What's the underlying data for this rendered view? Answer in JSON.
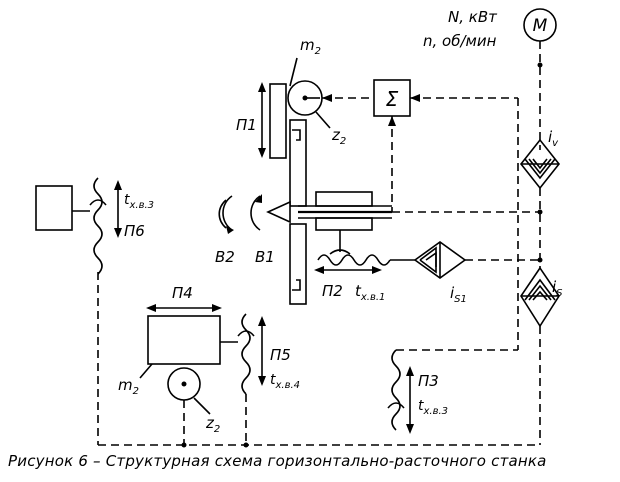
{
  "labels": {
    "power": "N, кВт",
    "speed": "n, об/мин",
    "motor": "M",
    "sum": "Σ",
    "m2_top": "m",
    "m2_top_sub": "2",
    "z2_top": "z",
    "z2_top_sub": "2",
    "p1": "П1",
    "p2": "П2",
    "p3": "П3",
    "p4": "П4",
    "p5": "П5",
    "p6": "П6",
    "b1": "В1",
    "b2": "В2",
    "iv": "i",
    "iv_sub": "v",
    "is": "i",
    "is_sub": "S",
    "is1": "i",
    "is1_sub": "S1",
    "tx1": "t",
    "tx1_sub": "х.в.1",
    "tx3_left": "t",
    "tx3_left_sub": "х.в.3",
    "tx3_right": "t",
    "tx3_right_sub": "х.в.3",
    "tx4": "t",
    "tx4_sub": "х.в.4",
    "m2_bottom": "m",
    "m2_bottom_sub": "2",
    "z2_bottom": "z",
    "z2_bottom_sub": "2"
  },
  "caption": "Рисунок 6 – Структурная схема горизонтально-расточного станка"
}
